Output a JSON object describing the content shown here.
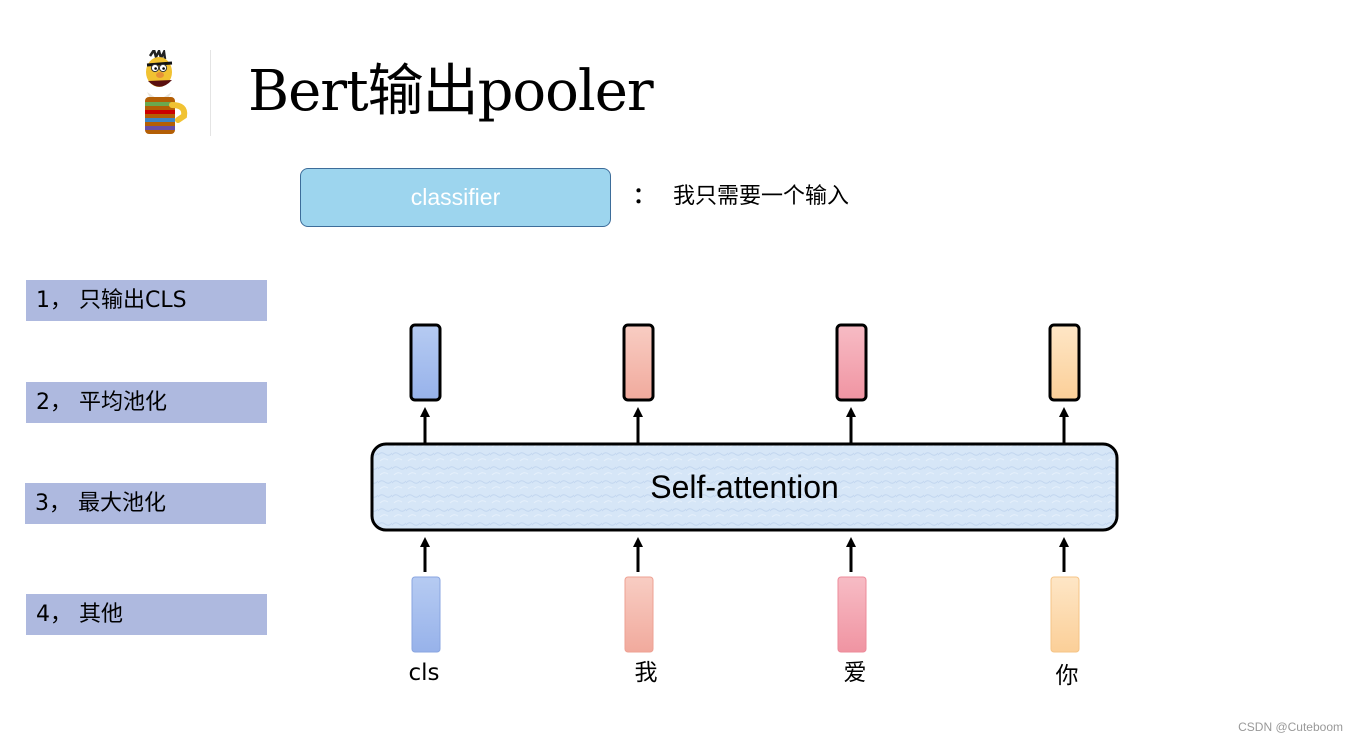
{
  "title": "Bert输出pooler",
  "classifier": {
    "label": "classifier",
    "note_colon": "：",
    "note_text": "我只需要一个输入"
  },
  "options": [
    {
      "label": "1， 只输出CLS"
    },
    {
      "label": "2， 平均池化"
    },
    {
      "label": "3， 最大池化"
    },
    {
      "label": "4， 其他"
    }
  ],
  "self_attention": {
    "label": "Self-attention"
  },
  "tokens": [
    {
      "label": "cls",
      "color_top": "#a9c0ef",
      "color_bottom": "#9bb5ec"
    },
    {
      "label": "我",
      "color_top": "#f6c3b8",
      "color_bottom": "#f3b0a4"
    },
    {
      "label": "爱",
      "color_top": "#f5b1bb",
      "color_bottom": "#f29aa7"
    },
    {
      "label": "你",
      "color_top": "#fde0b9",
      "color_bottom": "#fbd29f"
    }
  ],
  "credit": "CSDN @Cuteboom"
}
